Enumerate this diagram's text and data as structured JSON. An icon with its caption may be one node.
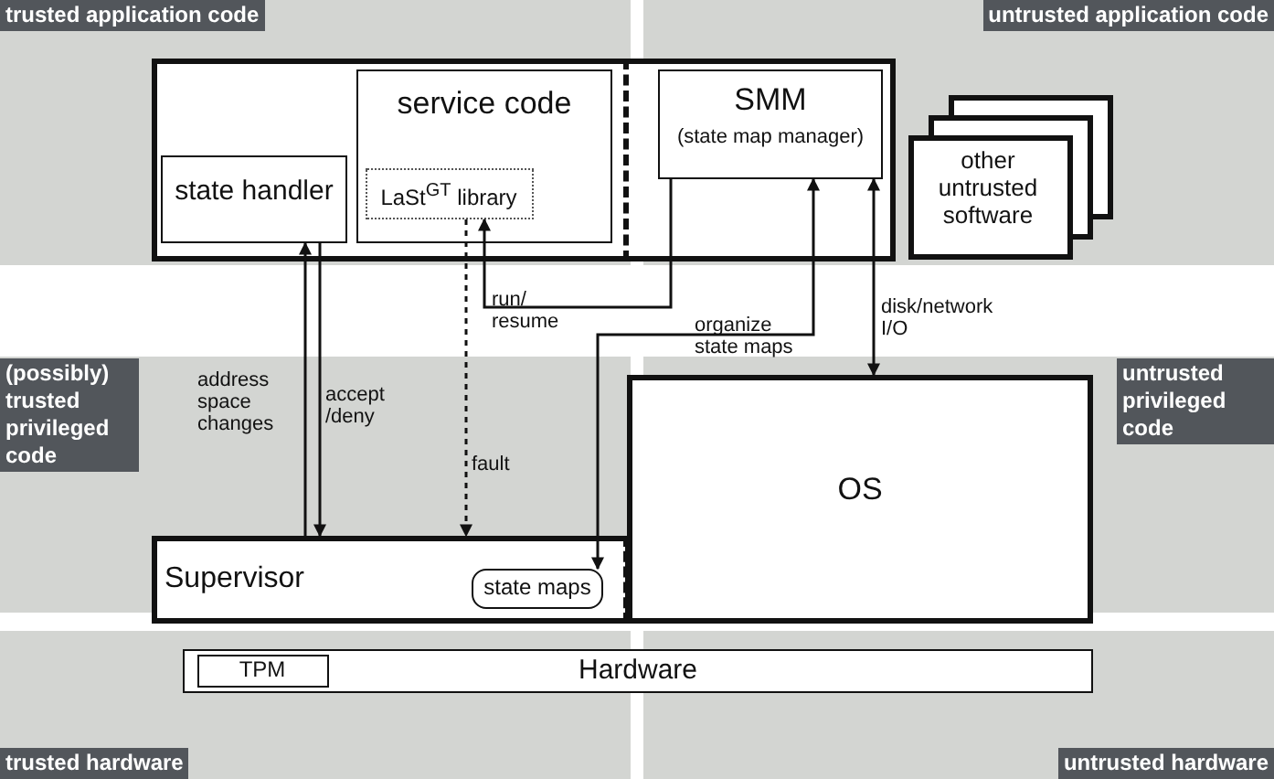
{
  "diagram": {
    "nodes": [
      {
        "text": [],
        "shape": "box"
      },
      {
        "text": [
          "state handler"
        ],
        "in": 0
      },
      {
        "text": [
          "service code"
        ],
        "in": 0
      },
      {
        "text": [
          "LaSt$^{GT}$ library"
        ],
        "in": 2
      },
      {
        "text": [
          "SMM",
          "(state map manager)"
        ],
        "in": 0
      },
      {
        "text": [
          "other untrusted software"
        ]
      },
      {
        "text": [
          "Supervisor"
        ]
      },
      {
        "text": [
          "state maps"
        ],
        "in": 6
      },
      {
        "text": [
          "OS"
        ]
      },
      {
        "text": [
          "Hardware"
        ]
      },
      {
        "text": [
          "TPM"
        ],
        "in": 9
      }
    ],
    "edges": [
      {
        "from": 6,
        "to": 1,
        "arrow": "to",
        "label": "address space changes"
      },
      {
        "from": 1,
        "to": 6,
        "arrow": "to",
        "label": "accept /deny"
      },
      {
        "from": 3,
        "to": 6,
        "arrow": "to",
        "label": "fault",
        "style": "dashed"
      },
      {
        "from": 4,
        "to": 3,
        "arrow": "to",
        "label": "run/ resume"
      },
      {
        "from": 4,
        "to": 7,
        "arrow": "both",
        "label": "organize state maps"
      },
      {
        "from": 4,
        "to": 8,
        "arrow": "both",
        "label": "disk/network I/O"
      }
    ],
    "labels": [
      "trusted application code",
      "untrusted application code",
      "(possibly) trusted privileged code",
      "untrusted privileged code",
      "trusted hardware",
      "untrusted hardware"
    ]
  }
}
